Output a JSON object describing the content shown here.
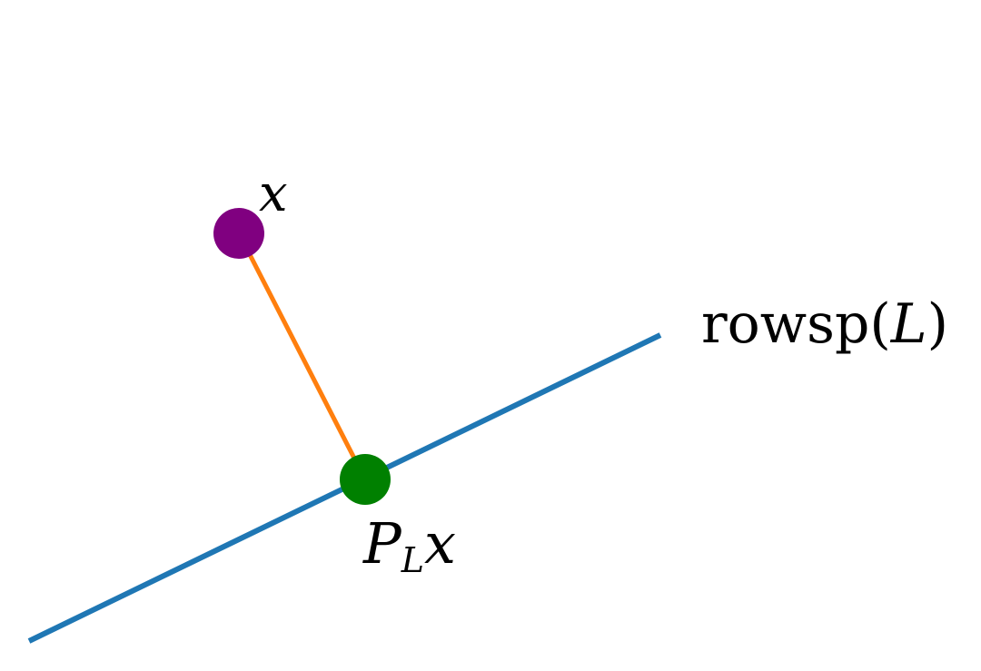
{
  "labels": {
    "point": "x",
    "subspace_prefix": "rowsp(",
    "subspace_var": "L",
    "subspace_suffix": ")",
    "projection_main": "P",
    "projection_sub": "L",
    "projection_var": "x"
  },
  "colors": {
    "subspace_line": "#1f77b4",
    "projection_segment": "#ff7f0e",
    "point": "#800080",
    "projection_point": "#008000",
    "text": "#000000"
  }
}
